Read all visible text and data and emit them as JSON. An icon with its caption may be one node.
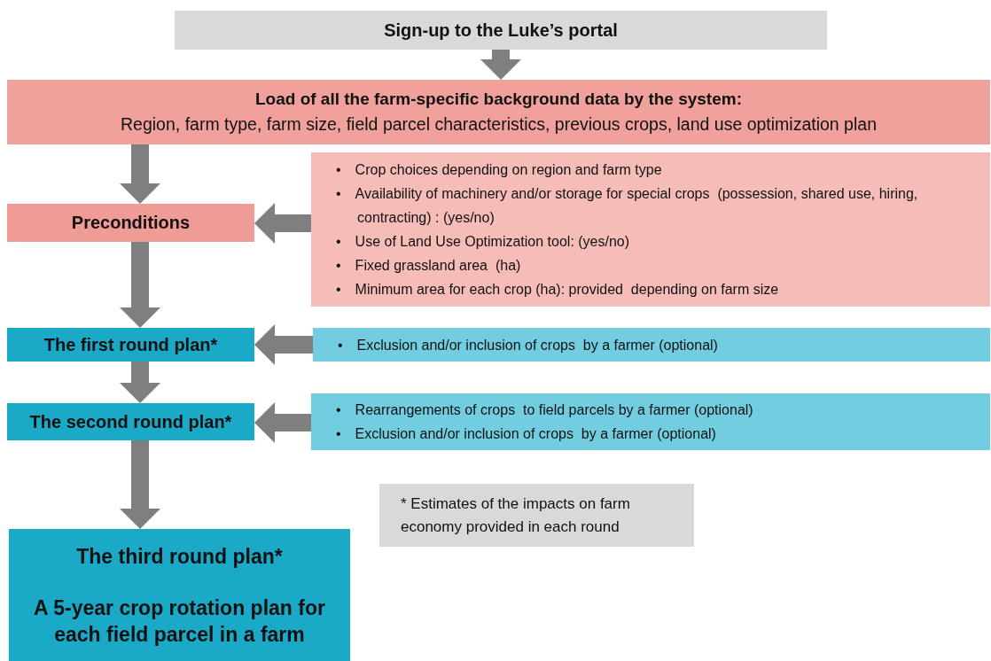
{
  "diagram": {
    "nodes": [
      {
        "text": [
          "Sign-up to the Luke’s portal"
        ]
      },
      {
        "text": [
          "**Load of all the farm-specific background data by the system**:",
          "Region, farm type, farm size, field parcel characteristics, previous crops, land use optimization plan"
        ]
      },
      {
        "text": [
          "Preconditions"
        ]
      },
      {
        "text": [
          "• Crop choices depending on region and farm type",
          "• Availability of machinery and/or storage for special crops  (possession, shared use, hiring, contracting) : (yes/no)",
          "• Use of Land Use Optimization tool: (yes/no)",
          "• Fixed grassland area  (ha)",
          "• Minimum area for each crop (ha): provided  depending on farm size"
        ]
      },
      {
        "text": [
          "The first round plan*"
        ]
      },
      {
        "text": [
          "• Exclusion and/or inclusion of crops  by a farmer (optional)"
        ]
      },
      {
        "text": [
          "The second round plan*"
        ]
      },
      {
        "text": [
          "• Rearrangements of crops  to field parcels by a farmer (optional)",
          "• Exclusion and/or inclusion of crops  by a farmer (optional)"
        ]
      },
      {
        "text": [
          "The third round plan*",
          "A 5-year crop rotation plan for each field parcel in a farm"
        ]
      },
      {
        "text": [
          "* Estimates of the impacts on farm economy provided in each round"
        ]
      }
    ],
    "edges": [
      {
        "from": 0,
        "to": 1,
        "arrow": "to"
      },
      {
        "from": 1,
        "to": 2,
        "arrow": "to"
      },
      {
        "from": 3,
        "to": 2,
        "arrow": "to"
      },
      {
        "from": 2,
        "to": 4,
        "arrow": "to"
      },
      {
        "from": 5,
        "to": 4,
        "arrow": "to"
      },
      {
        "from": 4,
        "to": 6,
        "arrow": "to"
      },
      {
        "from": 7,
        "to": 6,
        "arrow": "to"
      },
      {
        "from": 6,
        "to": 8,
        "arrow": "to"
      }
    ]
  }
}
